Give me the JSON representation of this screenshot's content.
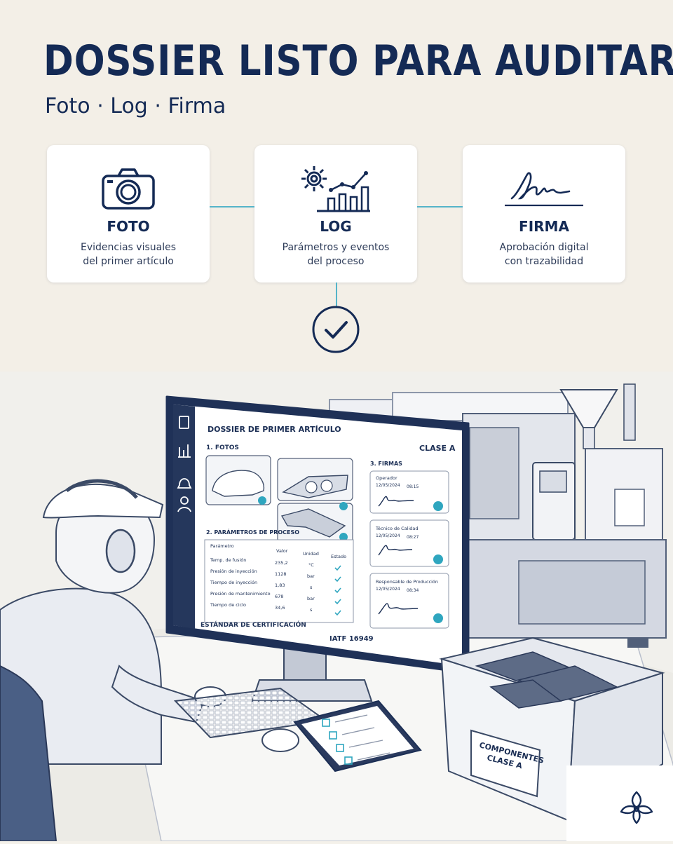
{
  "header": {
    "title": "DOSSIER LISTO PARA AUDITAR",
    "subtitle": "Foto · Log · Firma"
  },
  "cards": [
    {
      "icon": "camera-icon",
      "title": "FOTO",
      "desc_line1": "Evidencias visuales",
      "desc_line2": "del primer artículo"
    },
    {
      "icon": "gear-chart-icon",
      "title": "LOG",
      "desc_line1": "Parámetros y eventos",
      "desc_line2": "del proceso"
    },
    {
      "icon": "signature-icon",
      "title": "FIRMA",
      "desc_line1": "Aprobación digital",
      "desc_line2": "con trazabilidad"
    }
  ],
  "colors": {
    "navy": "#142a55",
    "accent": "#55b4c9",
    "background": "#f3efe7"
  },
  "dossier": {
    "title": "DOSSIER DE PRIMER ARTÍCULO",
    "class": "CLASE A",
    "photos_heading": "1. FOTOS",
    "params_heading": "2. PARÁMETROS DE PROCESO",
    "signatures_heading": "3. FIRMAS",
    "table_headers": [
      "Parámetro",
      "Valor",
      "Unidad",
      "Estado"
    ],
    "rows": [
      {
        "param": "Temp. de fusión",
        "value": "235,2",
        "unit": "°C"
      },
      {
        "param": "Presión de inyección",
        "value": "1128",
        "unit": "bar"
      },
      {
        "param": "Tiempo de inyección",
        "value": "1,83",
        "unit": "s"
      },
      {
        "param": "Presión de mantenimiento",
        "value": "678",
        "unit": "bar"
      },
      {
        "param": "Tiempo de ciclo",
        "value": "34,6",
        "unit": "s"
      }
    ],
    "signatures": [
      {
        "role": "Operador",
        "date": "12/05/2024",
        "time": "08:15"
      },
      {
        "role": "Técnico de Calidad",
        "date": "12/05/2024",
        "time": "08:27"
      },
      {
        "role": "Responsable de Producción",
        "date": "12/05/2024",
        "time": "08:34"
      }
    ],
    "cert_label": "ESTÁNDAR DE CERTIFICACIÓN",
    "cert_value": "IATF 16949"
  },
  "crate": {
    "line1": "COMPONENTES",
    "line2": "CLASE A"
  }
}
